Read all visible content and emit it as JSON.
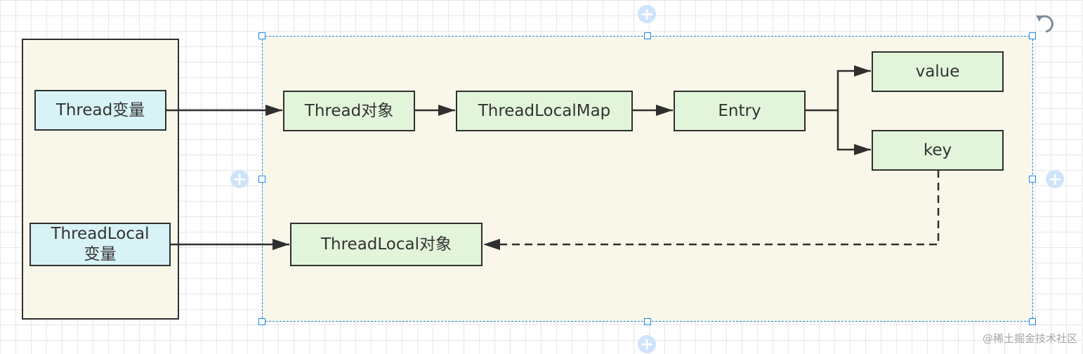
{
  "nodes": {
    "thread_var": "Thread变量",
    "threadlocal_var": "ThreadLocal\n变量",
    "thread_obj": "Thread对象",
    "threadlocalmap": "ThreadLocalMap",
    "entry": "Entry",
    "value": "value",
    "key": "key",
    "threadlocal_obj": "ThreadLocal对象"
  },
  "watermark": "@稀土掘金技术社区",
  "icons": {
    "plus": "+",
    "rotate": "rotate-icon"
  }
}
